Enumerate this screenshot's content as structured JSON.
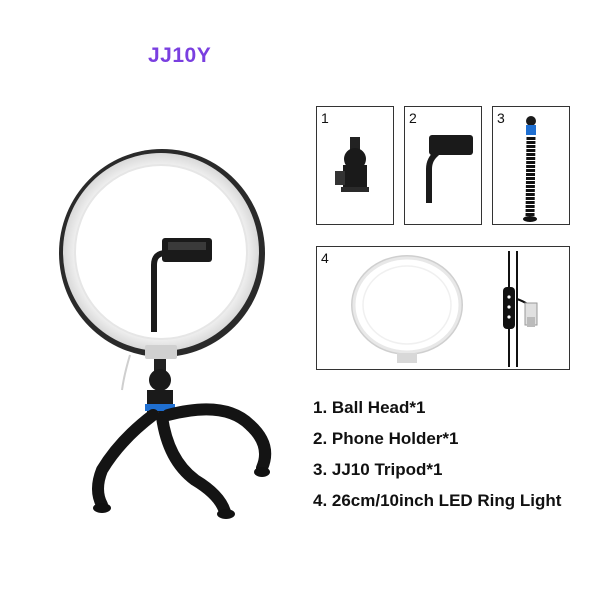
{
  "product": {
    "model": "JJ10Y"
  },
  "components": [
    {
      "number": "1",
      "icon": "ball-head"
    },
    {
      "number": "2",
      "icon": "phone-holder"
    },
    {
      "number": "3",
      "icon": "tripod"
    },
    {
      "number": "4",
      "icon": "ring-light-with-usb-cable"
    }
  ],
  "package_list": [
    "1. Ball Head*1",
    "2. Phone Holder*1",
    "3. JJ10 Tripod*1",
    "4. 26cm/10inch LED Ring Light"
  ],
  "colors": {
    "title": "#7a3fe0",
    "accent_ring": "#1f6fd1",
    "body": "#1a1a1a"
  }
}
